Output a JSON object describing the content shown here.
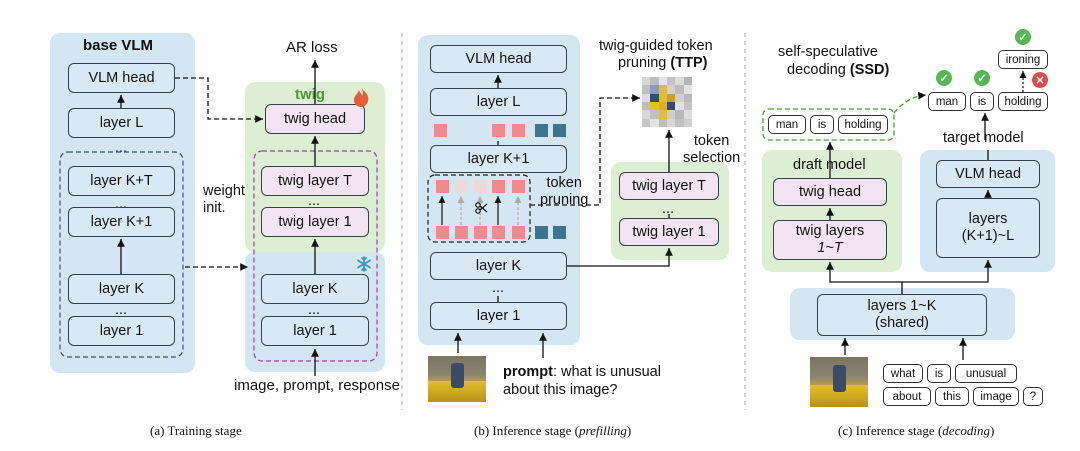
{
  "training": {
    "title": "base VLM",
    "vlm_head": "VLM head",
    "layer_L": "layer L",
    "dots": "...",
    "layer_KT": "layer K+T",
    "layer_K1": "layer K+1",
    "layer_K": "layer K",
    "layer_1": "layer 1",
    "weight_init": "weight\ninit.",
    "twig_title": "twig",
    "twig_head": "twig head",
    "twig_layer_T": "twig layer T",
    "twig_layer_1": "twig layer 1",
    "ar_loss": "AR loss",
    "input": "image, prompt, response",
    "caption": "(a) Training stage"
  },
  "prefill": {
    "vlm_head": "VLM head",
    "layer_L": "layer L",
    "layer_K1": "layer K+1",
    "layer_K": "layer K",
    "dots": "...",
    "layer_1": "layer 1",
    "token_pruning": "token\npruning",
    "ttp_title_1": "twig-guided token",
    "ttp_title_2": "pruning",
    "ttp_abbr": "(TTP)",
    "token_selection": "token\nselection",
    "twig_layer_T": "twig layer T",
    "twig_layer_1": "twig layer 1",
    "prompt_label": "prompt",
    "prompt_text_1": ": what is unusual",
    "prompt_text_2": "about this image?",
    "caption_prefix": "(b) Inference stage (",
    "caption_em": "prefilling",
    "caption_suffix": ")"
  },
  "decoding": {
    "ssd_title": "self-speculative",
    "ssd_title_2": "decoding",
    "ssd_abbr": "(SSD)",
    "draft_model": "draft model",
    "twig_head": "twig head",
    "twig_layers": "twig layers",
    "twig_range": "1~T",
    "target_model": "target model",
    "vlm_head": "VLM head",
    "layers": "layers",
    "layers_range": "(K+1)~L",
    "shared_1": "layers 1~K",
    "shared_2": "(shared)",
    "draft_tokens": [
      "man",
      "is",
      "holding"
    ],
    "target_tokens": [
      "man",
      "is",
      "holding"
    ],
    "correction_token": "ironing",
    "question_tokens_row1": [
      "what",
      "is",
      "unusual"
    ],
    "question_tokens_row2": [
      "about",
      "this",
      "image",
      "?"
    ],
    "caption_prefix": "(c) Inference stage (",
    "caption_em": "decoding",
    "caption_suffix": ")"
  },
  "colors": {
    "panel_blue": "#d3e6f1",
    "panel_green": "#dcefd2",
    "block_blue": "#d8e9f5",
    "block_pink": "#f2e4f2",
    "kept_token": "#ef8a8f",
    "other_token": "#3b758f",
    "accept": "#55b855",
    "reject": "#e04a4a",
    "twig_title": "#4a9a3a"
  },
  "icons": [
    "flame-icon",
    "snowflake-icon",
    "scissors-icon",
    "check-icon",
    "cross-icon"
  ]
}
